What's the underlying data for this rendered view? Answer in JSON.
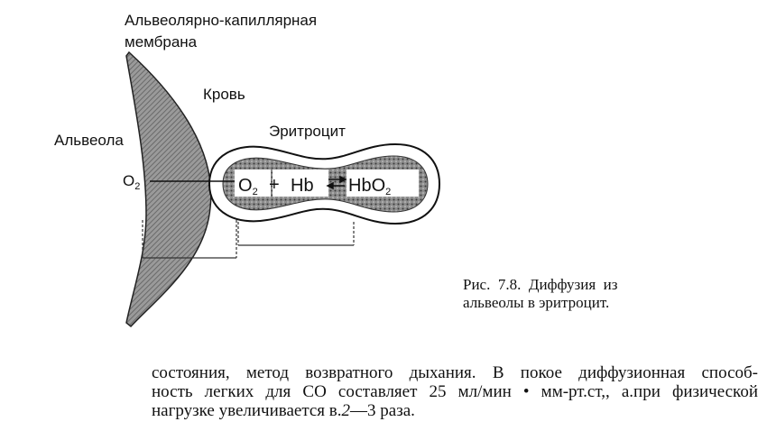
{
  "figure": {
    "membrane_label_line1": "Альвеолярно-капиллярная",
    "membrane_label_line2": "мембрана",
    "blood_label": "Кровь",
    "erythrocyte_label": "Эритроцит",
    "alveolus_label": "Альвеола",
    "o2_label": "O",
    "o2_sub": "2",
    "reaction": {
      "o2": "O",
      "o2_sub": "2",
      "plus": "+",
      "hb": "Hb",
      "hbo2": "HbO",
      "hbo2_sub": "2"
    }
  },
  "caption": {
    "line1": "Рис.  7.8.  Диффузия  из",
    "line2": "альвеолы в эритроцит."
  },
  "body_text": {
    "line1": "состояния, метод возвратного дыхания. В покое диффузионная способ-",
    "line2": "ность легких для СО составляет 25 мл/мин • мм-рт.ст,, а.при физической",
    "line3_a": "нагрузке увеличивается в.",
    "line3_italic": "2",
    "line3_b": "—3 раза."
  }
}
